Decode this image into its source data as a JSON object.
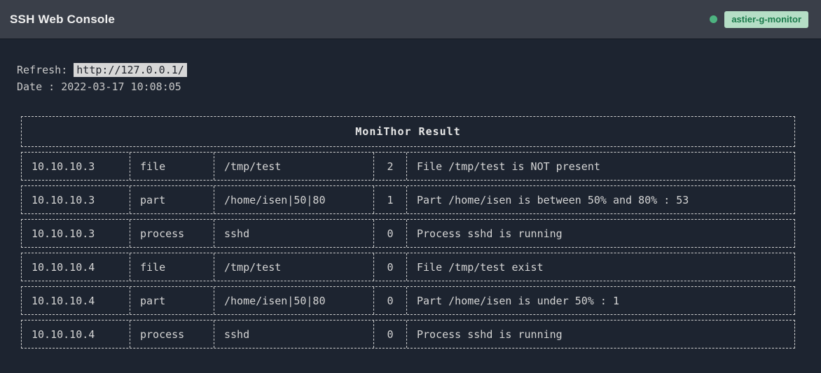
{
  "header": {
    "title": "SSH Web Console",
    "status_badge": "astier-g-monitor"
  },
  "info": {
    "refresh_label": "Refresh: ",
    "refresh_url": "http://127.0.0.1/",
    "date_line": "Date : 2022-03-17 10:08:05"
  },
  "table": {
    "title": "MoniThor Result",
    "rows": [
      {
        "ip": "10.10.10.3",
        "type": "file",
        "target": "/tmp/test",
        "code": "2",
        "message": "File /tmp/test is NOT present"
      },
      {
        "ip": "10.10.10.3",
        "type": "part",
        "target": "/home/isen|50|80",
        "code": "1",
        "message": "Part /home/isen is between 50% and 80% : 53"
      },
      {
        "ip": "10.10.10.3",
        "type": "process",
        "target": "sshd",
        "code": "0",
        "message": "Process sshd is running"
      },
      {
        "ip": "10.10.10.4",
        "type": "file",
        "target": "/tmp/test",
        "code": "0",
        "message": "File /tmp/test exist"
      },
      {
        "ip": "10.10.10.4",
        "type": "part",
        "target": "/home/isen|50|80",
        "code": "0",
        "message": "Part /home/isen is under 50% : 1"
      },
      {
        "ip": "10.10.10.4",
        "type": "process",
        "target": "sshd",
        "code": "0",
        "message": "Process sshd is running"
      }
    ]
  },
  "colors": {
    "topbar_bg": "#3a3f49",
    "body_bg": "#1d2430",
    "status_dot": "#4db380",
    "badge_bg": "#b5dec6",
    "badge_text": "#1a7a4b",
    "table_border": "#cfcfcf"
  }
}
